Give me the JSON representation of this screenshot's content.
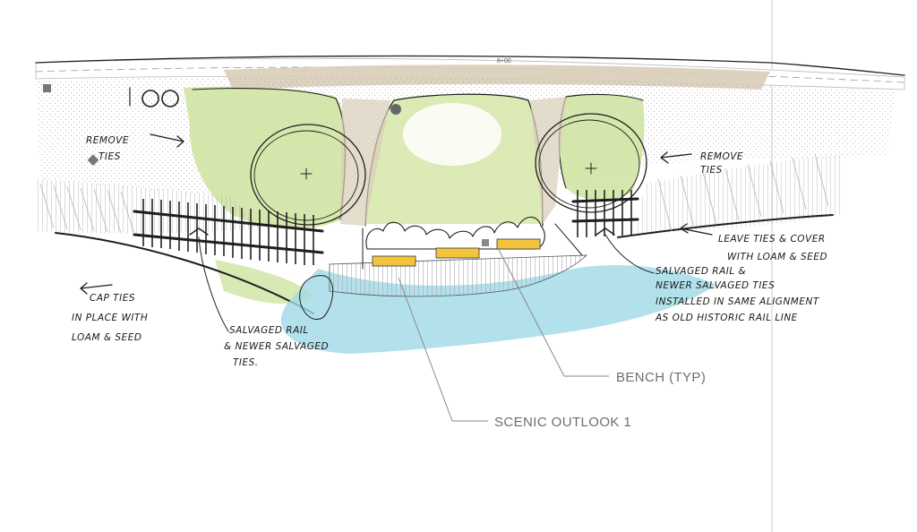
{
  "colors": {
    "paper": "#ffffff",
    "grass": "#cfe3a0",
    "gravel": "#d9cdb8",
    "water": "#9fd9e6",
    "bench": "#f2c53d",
    "ink": "#1e1e1e",
    "callout": "#6e6e6e",
    "edge": "#cfcfcf"
  },
  "station": "8+00",
  "notes": {
    "remove_ties_left": [
      "REMOVE",
      "TIES"
    ],
    "remove_ties_right": [
      "REMOVE",
      "TIES"
    ],
    "leave_ties": [
      "LEAVE TIES & COVER",
      "WITH LOAM & SEED"
    ],
    "salvaged_rail_right": [
      "SALVAGED RAIL &",
      "NEWER SALVAGED TIES",
      "INSTALLED IN SAME ALIGNMENT",
      "AS OLD HISTORIC RAIL LINE"
    ],
    "cap_ties": [
      "CAP TIES",
      "IN PLACE WITH",
      "LOAM & SEED"
    ],
    "salvaged_rail_left": [
      "SALVAGED RAIL",
      "& NEWER SALVAGED",
      "TIES."
    ]
  },
  "callouts": {
    "bench": "BENCH (TYP)",
    "outlook": "SCENIC OUTLOOK 1"
  }
}
